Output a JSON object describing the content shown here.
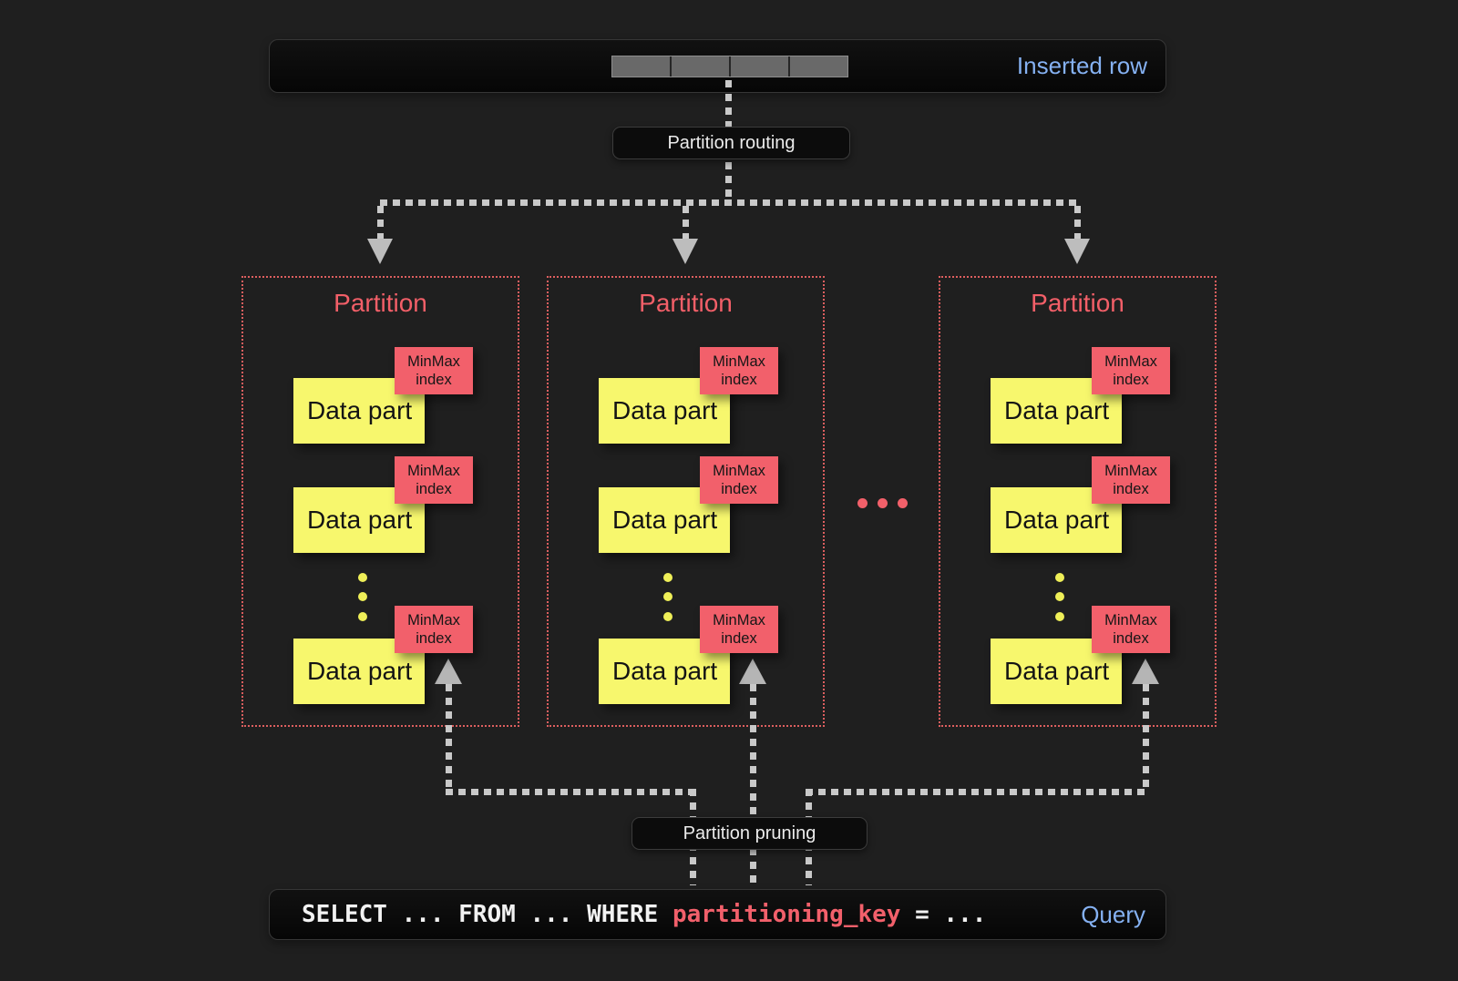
{
  "inserted_row": {
    "label": "Inserted row",
    "segment_count": 4
  },
  "routing": {
    "label": "Partition routing"
  },
  "pruning": {
    "label": "Partition pruning"
  },
  "partitions": [
    {
      "title": "Partition",
      "parts": [
        {
          "label": "Data part",
          "tag": "MinMax index"
        },
        {
          "label": "Data part",
          "tag": "MinMax index"
        },
        {
          "label": "Data part",
          "tag": "MinMax index"
        }
      ]
    },
    {
      "title": "Partition",
      "parts": [
        {
          "label": "Data part",
          "tag": "MinMax index"
        },
        {
          "label": "Data part",
          "tag": "MinMax index"
        },
        {
          "label": "Data part",
          "tag": "MinMax index"
        }
      ]
    },
    {
      "title": "Partition",
      "parts": [
        {
          "label": "Data part",
          "tag": "MinMax index"
        },
        {
          "label": "Data part",
          "tag": "MinMax index"
        },
        {
          "label": "Data part",
          "tag": "MinMax index"
        }
      ]
    }
  ],
  "query": {
    "prefix": "SELECT ... FROM ... WHERE ",
    "key": "partitioning_key",
    "suffix": " = ...",
    "label": "Query"
  },
  "colors": {
    "background": "#1f1f1f",
    "bar_fill": "#0b0b0b",
    "accent_blue": "#85b1f2",
    "accent_red": "#f2606b",
    "partition_border": "#dd5f5f",
    "data_part_yellow": "#f7f76d",
    "dash_gray": "#c9c9c9",
    "segment_gray": "#696969"
  }
}
